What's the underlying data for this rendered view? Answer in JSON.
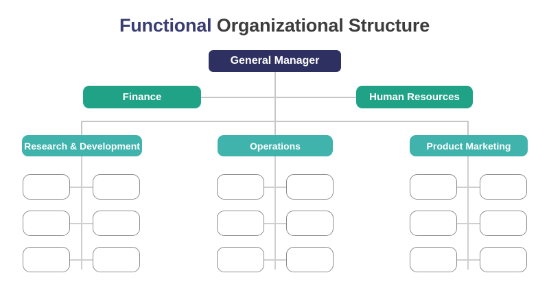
{
  "diagram": {
    "title": {
      "accent_text": "Functional",
      "plain_text": " Organizational Structure",
      "accent_color": "#3a3d72",
      "plain_color": "#3d3d3d"
    },
    "colors": {
      "background": "#ffffff",
      "top_node": "#2d3061",
      "level2_node": "#20a287",
      "level3_node": "#3fb3ac",
      "connector_line": "#c6c6c6",
      "empty_box_border": "#8c8c8c",
      "node_text": "#ffffff"
    },
    "nodes": {
      "top": {
        "label": "General Manager"
      },
      "level2": [
        {
          "label": "Finance"
        },
        {
          "label": "Human Resources"
        }
      ],
      "level3": [
        {
          "label": "Research & Development"
        },
        {
          "label": "Operations"
        },
        {
          "label": "Product Marketing"
        }
      ],
      "level4_placeholders": {
        "label": "",
        "rows_per_group": 3,
        "columns_per_row": 2,
        "groups": 3,
        "total": 18
      }
    }
  }
}
